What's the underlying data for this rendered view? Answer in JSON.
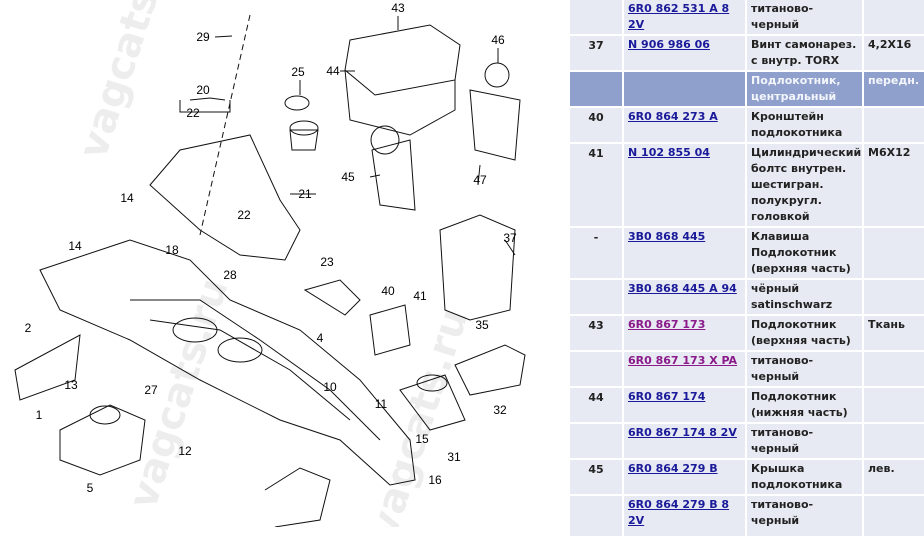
{
  "diagram": {
    "watermark": "vagcats.ru",
    "labels": [
      "43",
      "46",
      "29",
      "25",
      "44",
      "20",
      "22",
      "21",
      "14",
      "22",
      "45",
      "47",
      "37",
      "14",
      "18",
      "28",
      "23",
      "40",
      "41",
      "2",
      "4",
      "35",
      "13",
      "27",
      "10",
      "11",
      "1",
      "32",
      "12",
      "15",
      "31",
      "5",
      "16"
    ]
  },
  "parts": {
    "rows": [
      {
        "num": "",
        "part": "6R0 862 531 A 8 2V",
        "desc": "титаново-черный",
        "note": ""
      },
      {
        "num": "37",
        "part": "N 906 986 06",
        "desc": "Винт самонарез. с внутр. TORX",
        "note": "4,2X16"
      },
      {
        "num": "",
        "part": "",
        "desc": "Подлокотник, центральный",
        "note": "передн.",
        "header": true
      },
      {
        "num": "40",
        "part": "6R0 864 273 A",
        "desc": "Кронштейн подлокотника",
        "note": ""
      },
      {
        "num": "41",
        "part": "N 102 855 04",
        "desc": "Цилиндрический болтс внутрен. шестигран. полукругл. головкой",
        "note": "M6X12"
      },
      {
        "num": "-",
        "part": "3B0 868 445",
        "desc": "Клавиша Подлокотник (верхняя часть)",
        "note": ""
      },
      {
        "num": "",
        "part": "3B0 868 445 A 94",
        "desc": "чёрный satinschwarz",
        "note": ""
      },
      {
        "num": "43",
        "part": "6R0 867 173",
        "desc": "Подлокотник (верхняя часть)",
        "note": "Ткань",
        "visited": true
      },
      {
        "num": "",
        "part": "6R0 867 173 X PA",
        "desc": "титаново-черный",
        "note": "",
        "visited": true
      },
      {
        "num": "44",
        "part": "6R0 867 174",
        "desc": "Подлокотник (нижняя часть)",
        "note": ""
      },
      {
        "num": "",
        "part": "6R0 867 174 8 2V",
        "desc": "титаново-черный",
        "note": ""
      },
      {
        "num": "45",
        "part": "6R0 864 279 B",
        "desc": "Крышка подлокотника",
        "note": "лев."
      },
      {
        "num": "",
        "part": "6R0 864 279 B 8 2V",
        "desc": "титаново-черный",
        "note": ""
      }
    ]
  }
}
